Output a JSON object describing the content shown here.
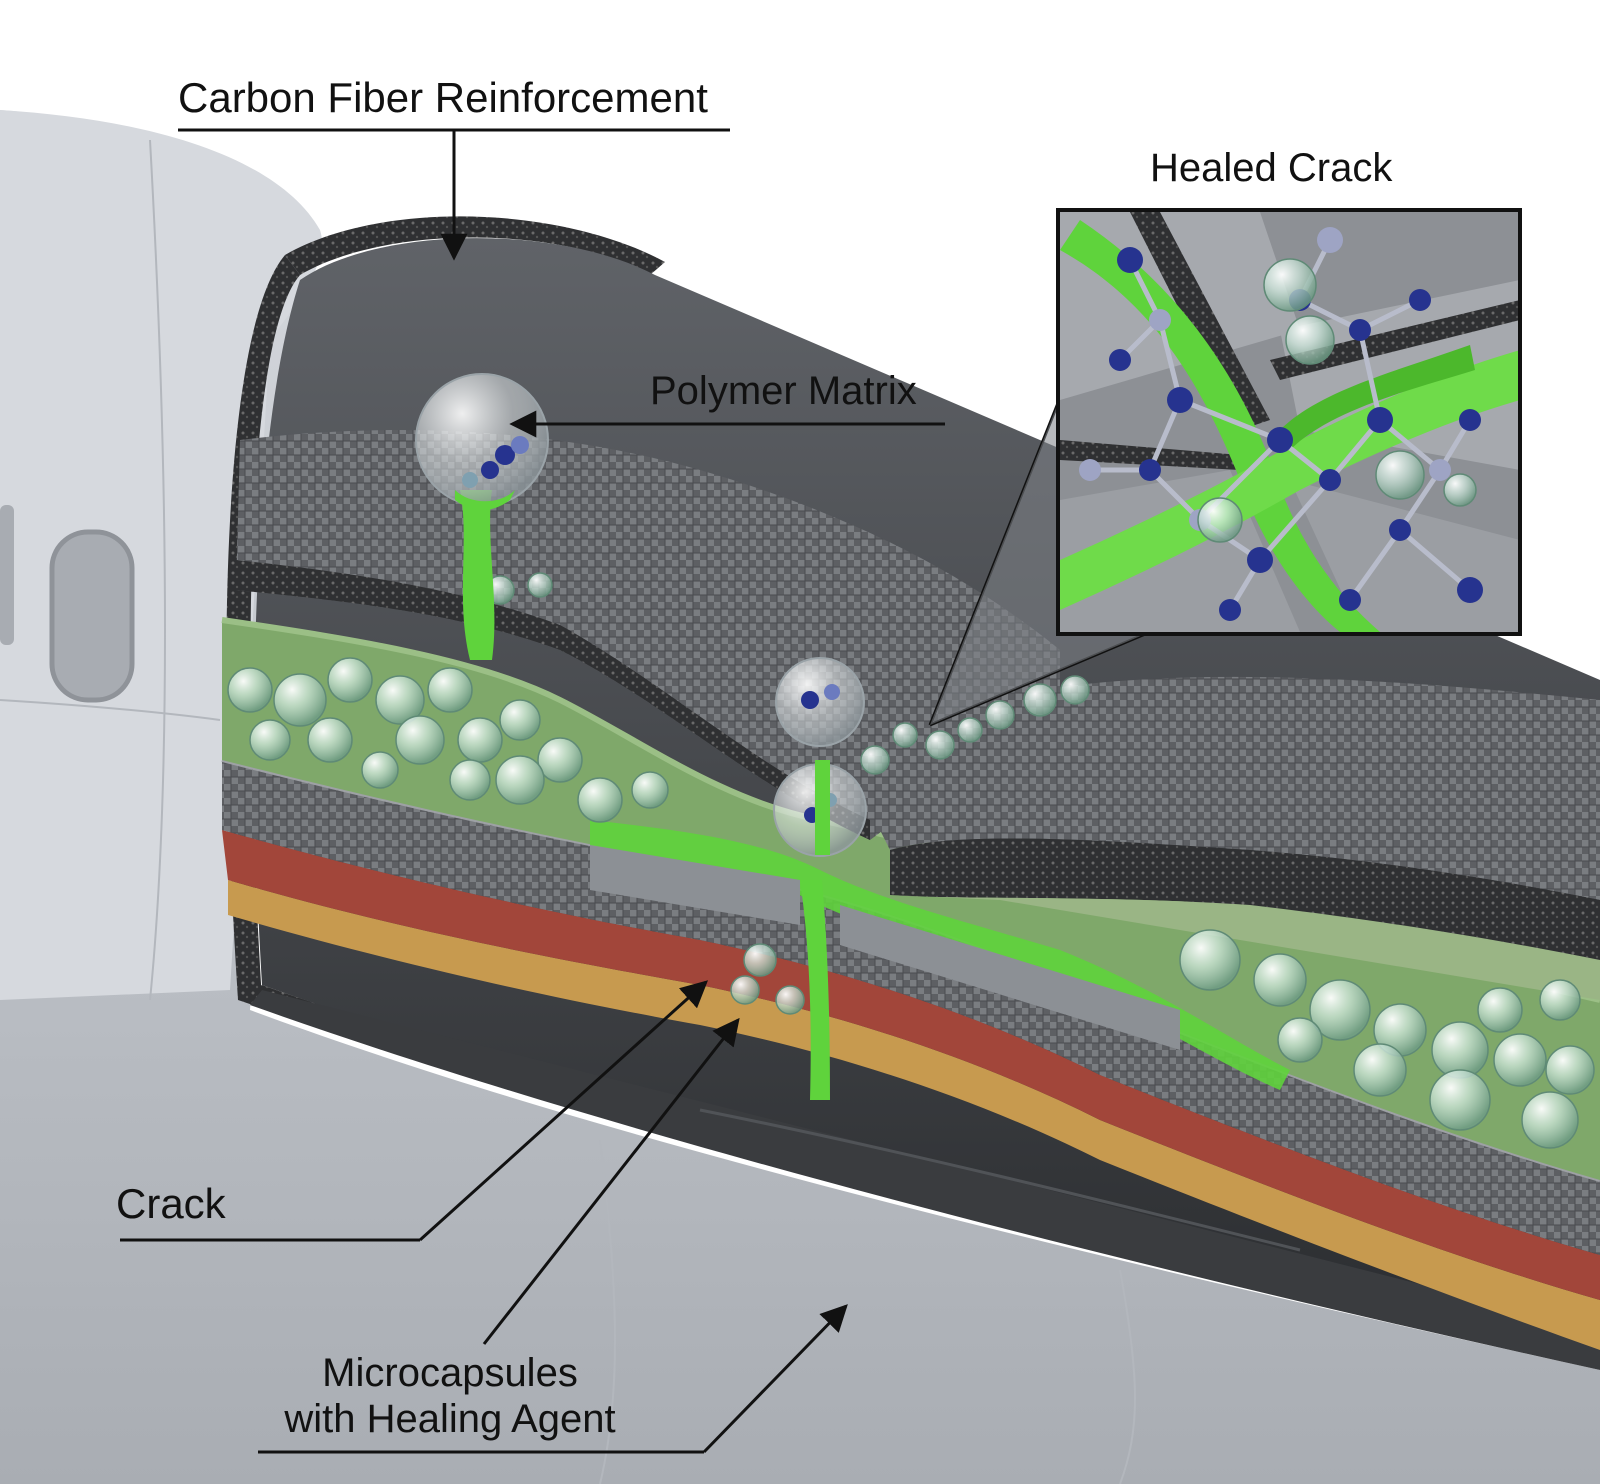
{
  "labels": {
    "carbon_fiber": "Carbon Fiber Reinforcement",
    "polymer_matrix": "Polymer Matrix",
    "healed_crack": "Healed Crack",
    "crack": "Crack",
    "microcapsules_line1": "Microcapsules",
    "microcapsules_line2": "with Healing Agent"
  },
  "colors": {
    "fuselage": "#c9ccd1",
    "carbon_weave": "#6b6d70",
    "core_green": "#7fa86a",
    "healing_agent": "#5fd33c",
    "red_layer": "#a2463a",
    "yellow_layer": "#c79a4f",
    "molecule_node": "#26338f",
    "molecule_link": "#b8bccb",
    "capsule": "#dbe8e2"
  },
  "icons": {
    "capsule": "microcapsule-sphere",
    "molecule": "polymer-network-node"
  }
}
